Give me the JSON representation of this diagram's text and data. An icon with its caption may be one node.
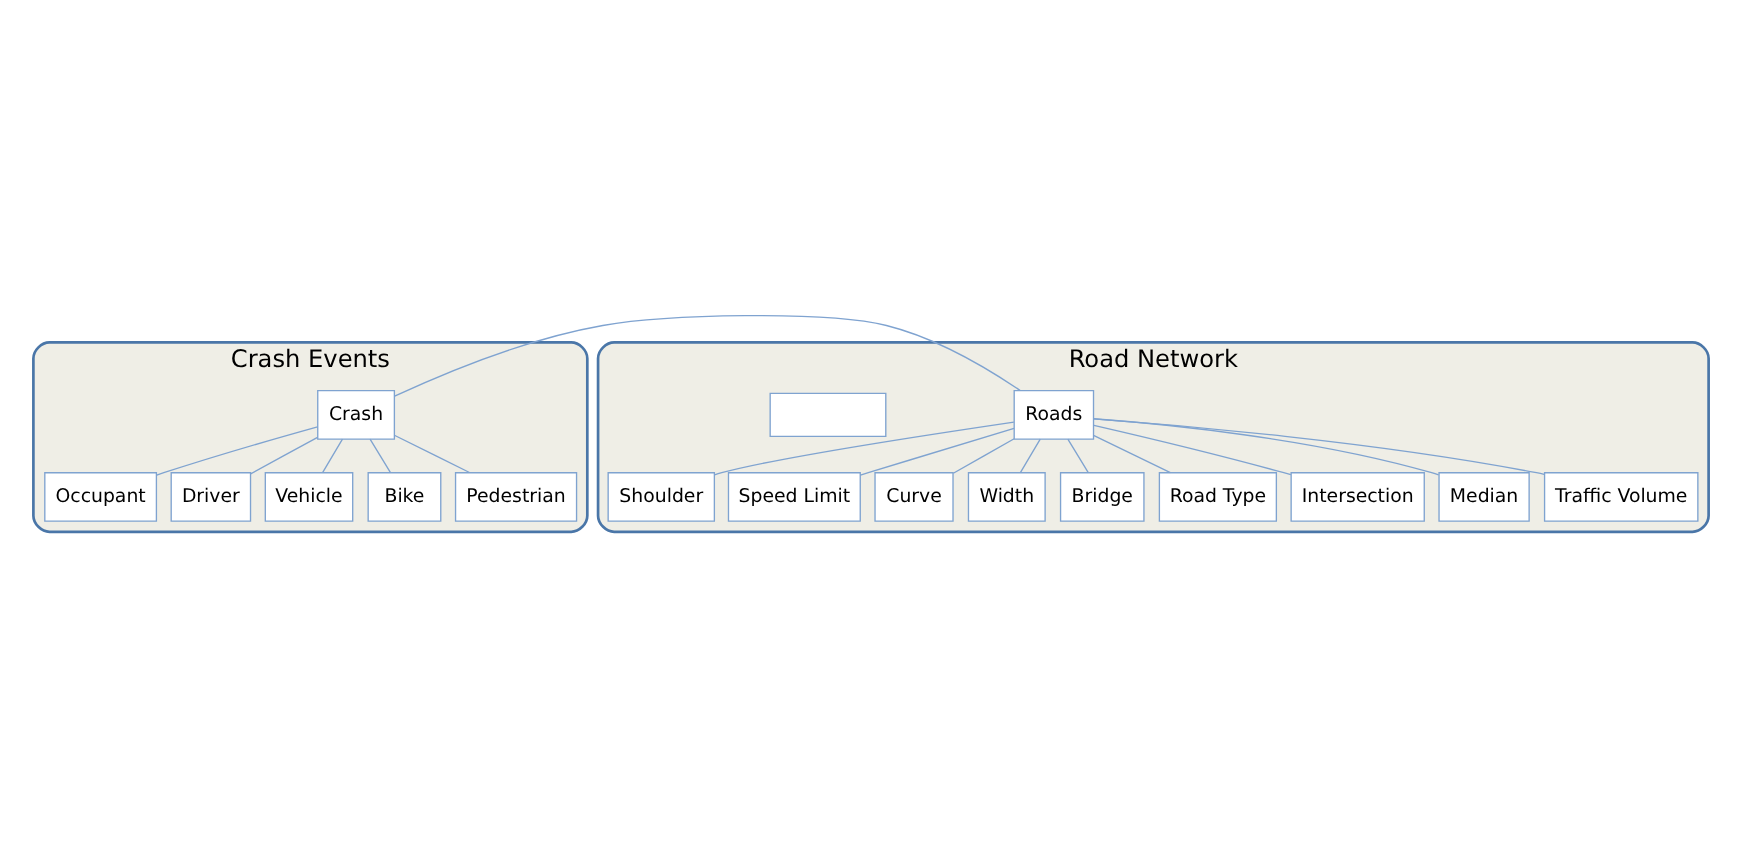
{
  "diagram": {
    "nodes": [
      {
        "text": [
          "Crash Events"
        ]
      },
      {
        "text": [
          "Occupant"
        ],
        "in": 0
      },
      {
        "text": [
          "Driver"
        ],
        "in": 0
      },
      {
        "text": [
          "Crash"
        ],
        "in": 0
      },
      {
        "text": [
          "Vehicle"
        ],
        "in": 0
      },
      {
        "text": [
          "Bike"
        ],
        "in": 0
      },
      {
        "text": [
          "Pedestrian"
        ],
        "in": 0
      },
      {
        "text": [
          "Road Network"
        ]
      },
      {
        "text": [
          "Shoulder"
        ],
        "in": 7
      },
      {
        "text": [
          "Speed Limit"
        ],
        "in": 7
      },
      {
        "text": [
          "Curve"
        ],
        "in": 7
      },
      {
        "text": [
          "Roads"
        ],
        "in": 7
      },
      {
        "text": [
          "Width"
        ],
        "in": 7
      },
      {
        "text": [
          "Bridge"
        ],
        "in": 7
      },
      {
        "text": [
          "Road Type"
        ],
        "in": 7
      },
      {
        "text": [
          "Intersection"
        ],
        "in": 7
      },
      {
        "text": [
          "Median"
        ],
        "in": 7
      },
      {
        "text": [],
        "shape": "box",
        "in": 7
      },
      {
        "text": [
          "Traffic Volume"
        ],
        "in": 7
      }
    ],
    "edges": [
      {
        "from": 3,
        "to": 1,
        "arrow": "none"
      },
      {
        "from": 3,
        "to": 2,
        "arrow": "none"
      },
      {
        "from": 3,
        "to": 4,
        "arrow": "none"
      },
      {
        "from": 3,
        "to": 5,
        "arrow": "none"
      },
      {
        "from": 3,
        "to": 6,
        "arrow": "none"
      },
      {
        "from": 3,
        "to": 11,
        "arrow": "none"
      },
      {
        "from": 11,
        "to": 8,
        "arrow": "none"
      },
      {
        "from": 11,
        "to": 9,
        "arrow": "none"
      },
      {
        "from": 11,
        "to": 10,
        "arrow": "none"
      },
      {
        "from": 11,
        "to": 12,
        "arrow": "none"
      },
      {
        "from": 11,
        "to": 13,
        "arrow": "none"
      },
      {
        "from": 11,
        "to": 14,
        "arrow": "none"
      },
      {
        "from": 11,
        "to": 15,
        "arrow": "none"
      },
      {
        "from": 11,
        "to": 16,
        "arrow": "none"
      },
      {
        "from": 11,
        "to": 18,
        "arrow": "none"
      }
    ]
  }
}
